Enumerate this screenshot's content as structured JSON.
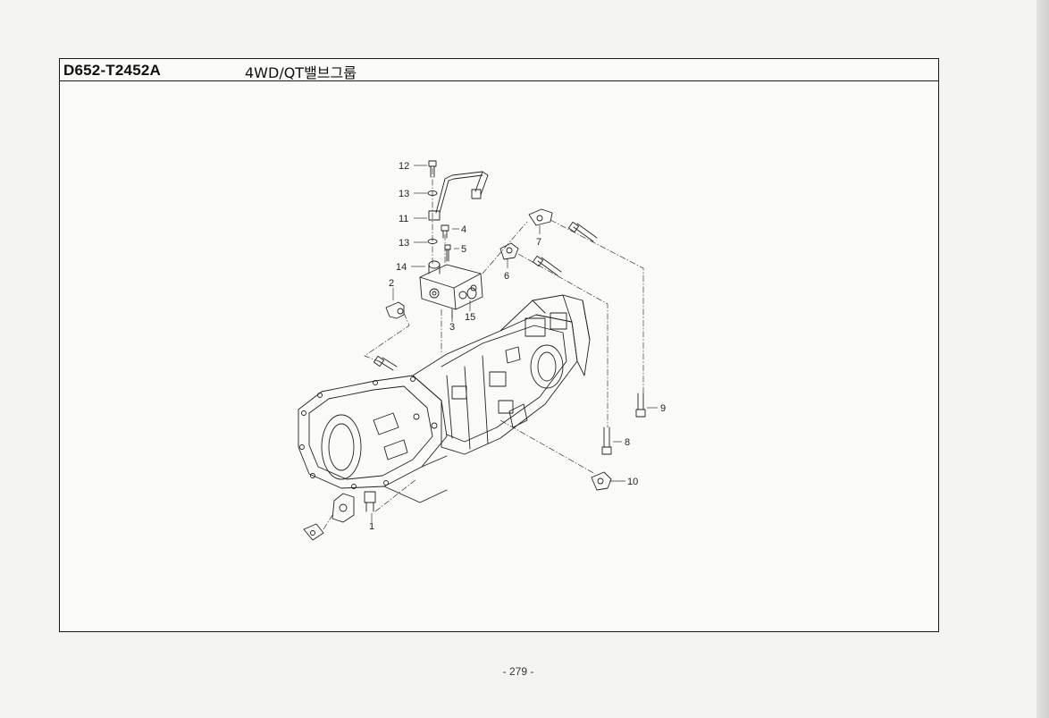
{
  "header": {
    "code": "D652-T2452A",
    "title": "4WD/QT밸브그룹"
  },
  "diagram": {
    "callouts": [
      {
        "id": "c12",
        "label": "12"
      },
      {
        "id": "c13a",
        "label": "13"
      },
      {
        "id": "c11",
        "label": "11"
      },
      {
        "id": "c13b",
        "label": "13"
      },
      {
        "id": "c4",
        "label": "4"
      },
      {
        "id": "c5",
        "label": "5"
      },
      {
        "id": "c14",
        "label": "14"
      },
      {
        "id": "c7",
        "label": "7"
      },
      {
        "id": "c6",
        "label": "6"
      },
      {
        "id": "c2",
        "label": "2"
      },
      {
        "id": "c3",
        "label": "3"
      },
      {
        "id": "c15",
        "label": "15"
      },
      {
        "id": "c9",
        "label": "9"
      },
      {
        "id": "c8",
        "label": "8"
      },
      {
        "id": "c10",
        "label": "10"
      },
      {
        "id": "c1",
        "label": "1"
      }
    ]
  },
  "footer": {
    "page_number": "- 279 -"
  }
}
